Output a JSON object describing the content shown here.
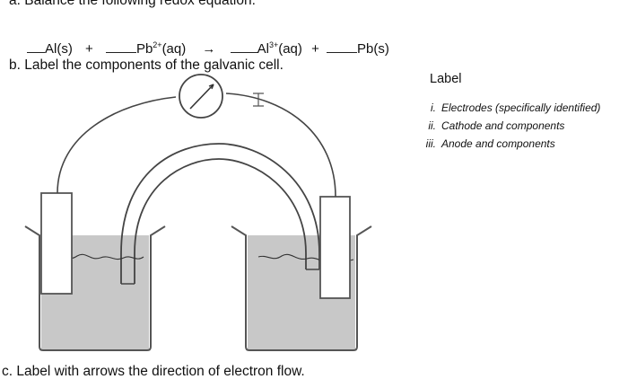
{
  "question_a": {
    "text": "a. Balance the following redox equation:",
    "equation": {
      "term1": "Al(s)",
      "plus1": "+",
      "term2": "Pb",
      "term2_charge": "2+",
      "term2_state": "(aq)",
      "arrow": "→",
      "term3": "Al",
      "term3_charge": "3+",
      "term3_state": "(aq)",
      "plus2": "+",
      "term4": "Pb(s)"
    }
  },
  "question_b": {
    "text": "b. Label the components of the galvanic cell."
  },
  "question_c": {
    "text": "c. Label with arrows the direction of electron flow."
  },
  "label_panel": {
    "title": "Label",
    "items": [
      {
        "num": "i.",
        "text": "Electrodes (specifically identified)"
      },
      {
        "num": "ii.",
        "text": "Cathode and components"
      },
      {
        "num": "iii.",
        "text": "Anode and components"
      }
    ]
  },
  "colors": {
    "solution": "#c8c8c8",
    "outline": "#555555",
    "ink": "#111111"
  }
}
